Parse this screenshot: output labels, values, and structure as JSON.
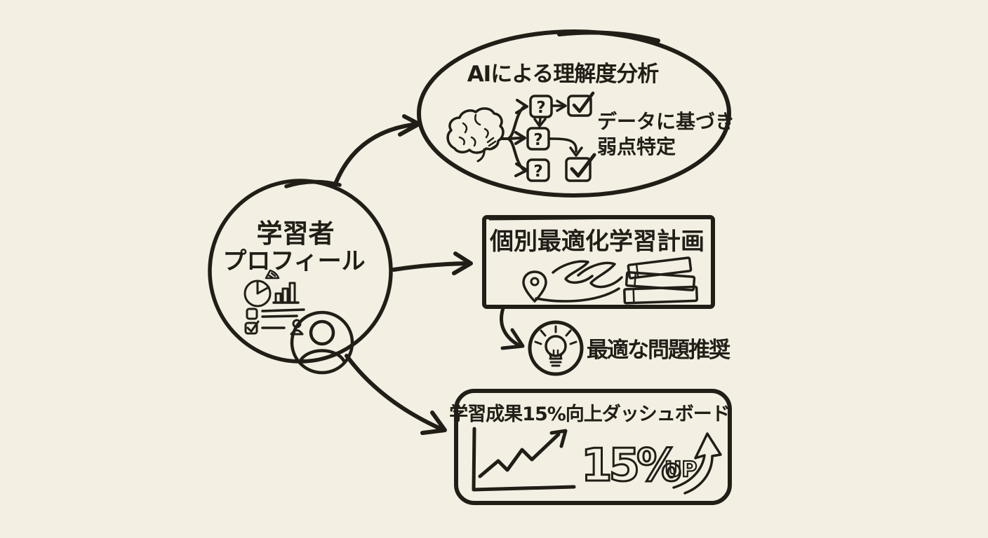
{
  "colors": {
    "background": "#f3efe2",
    "ink": "#211e18"
  },
  "learner_profile": {
    "line1": "学習者",
    "line2": "プロフィール"
  },
  "ai_analysis": {
    "title": "AIによる理解度分析",
    "note1": "データに基づき",
    "note2": "弱点特定",
    "question_mark": "?"
  },
  "learning_plan": {
    "title": "個別最適化学習計画"
  },
  "recommendation": {
    "label": "最適な問題推奨"
  },
  "dashboard": {
    "title": "学習成果15%向上ダッシュボード",
    "metric": "15%",
    "metric_suffix": "UP"
  }
}
